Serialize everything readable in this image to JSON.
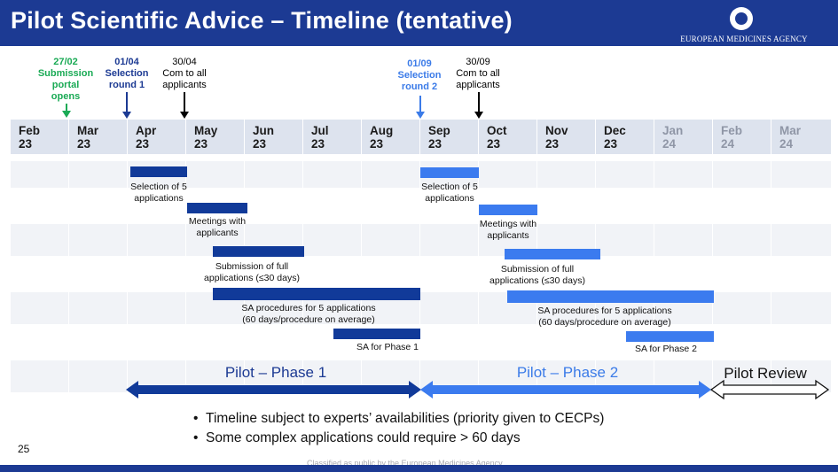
{
  "title": "Pilot Scientific Advice – Timeline (tentative)",
  "logo": {
    "icon": "ema-logo-icon",
    "text": "EUROPEAN MEDICINES AGENCY"
  },
  "annotations": [
    {
      "id": "submission",
      "date": "27/02",
      "text": "Submission portal opens",
      "lines": [
        "Submission",
        "portal",
        "opens"
      ],
      "color": "#1aaa55"
    },
    {
      "id": "selection1",
      "date": "01/04",
      "lines": [
        "Selection",
        "round 1"
      ],
      "color": "#1c3a93"
    },
    {
      "id": "com1",
      "date": "30/04",
      "lines": [
        "Com to all",
        "applicants"
      ],
      "color": "#000000"
    },
    {
      "id": "selection2",
      "date": "01/09",
      "lines": [
        "Selection",
        "round 2"
      ],
      "color": "#3b7be8"
    },
    {
      "id": "com2",
      "date": "30/09",
      "lines": [
        "Com to all",
        "applicants"
      ],
      "color": "#000000"
    }
  ],
  "months": [
    {
      "m": "Feb",
      "y": "23"
    },
    {
      "m": "Mar",
      "y": "23"
    },
    {
      "m": "Apr",
      "y": "23"
    },
    {
      "m": "May",
      "y": "23"
    },
    {
      "m": "Jun",
      "y": "23"
    },
    {
      "m": "Jul",
      "y": "23"
    },
    {
      "m": "Aug",
      "y": "23"
    },
    {
      "m": "Sep",
      "y": "23"
    },
    {
      "m": "Oct",
      "y": "23"
    },
    {
      "m": "Nov",
      "y": "23"
    },
    {
      "m": "Dec",
      "y": "23"
    },
    {
      "m": "Jan",
      "y": "24"
    },
    {
      "m": "Feb",
      "y": "24"
    },
    {
      "m": "Mar",
      "y": "24"
    }
  ],
  "phase1_tasks": [
    {
      "lines": [
        "Selection of 5",
        "applications"
      ]
    },
    {
      "lines": [
        "Meetings with",
        "applicants"
      ]
    },
    {
      "lines": [
        "Submission of full",
        "applications (≤30 days)"
      ]
    },
    {
      "lines": [
        "SA procedures for 5 applications",
        "(60 days/procedure on average)"
      ]
    },
    {
      "lines": [
        "SA for Phase 1"
      ]
    }
  ],
  "phase2_tasks": [
    {
      "lines": [
        "Selection of 5",
        "applications"
      ]
    },
    {
      "lines": [
        "Meetings with",
        "applicants"
      ]
    },
    {
      "lines": [
        "Submission of full",
        "applications (≤30 days)"
      ]
    },
    {
      "lines": [
        "SA procedures for 5 applications",
        "(60 days/procedure on average)"
      ]
    },
    {
      "lines": [
        "SA for Phase 2"
      ]
    }
  ],
  "phases": {
    "phase1": "Pilot – Phase 1",
    "phase2": "Pilot – Phase 2",
    "review": "Pilot Review"
  },
  "bullets": [
    "Timeline subject to experts’ availabilities (priority given to CECPs)",
    "Some complex applications could require > 60 days"
  ],
  "page_number": "25",
  "classification": "Classified as public by the European Medicines Agency",
  "colors": {
    "header": "#1c3a93",
    "navy_bar": "#113a99",
    "light_bar": "#3b7bef",
    "green": "#1aaa55"
  }
}
